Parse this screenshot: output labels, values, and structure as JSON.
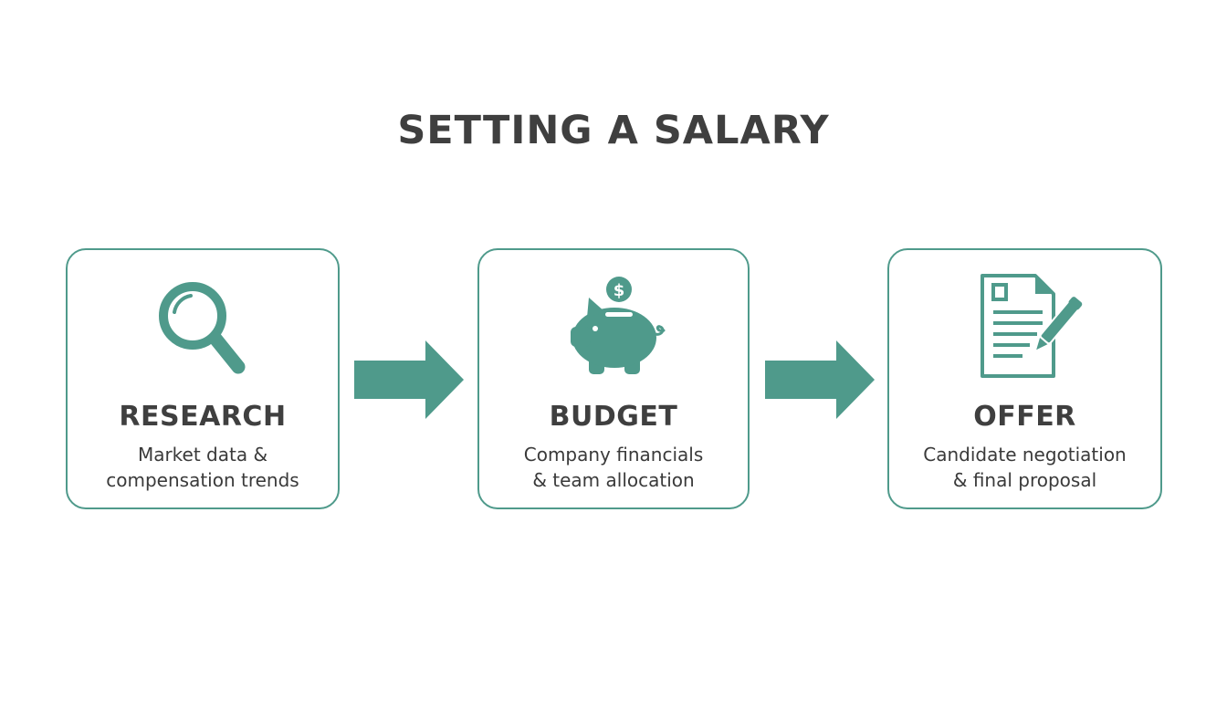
{
  "title": "SETTING A SALARY",
  "colors": {
    "accent": "#4f9a8b",
    "text": "#3f3f3f",
    "background": "#ffffff"
  },
  "steps": [
    {
      "icon": "magnifying-glass-icon",
      "title": "RESEARCH",
      "description_lines": [
        "Market data &",
        "compensation trends"
      ]
    },
    {
      "icon": "piggy-bank-icon",
      "title": "BUDGET",
      "description_lines": [
        "Company financials",
        "& team allocation"
      ]
    },
    {
      "icon": "document-pen-icon",
      "title": "OFFER",
      "description_lines": [
        "Candidate negotiation",
        "& final proposal"
      ]
    }
  ],
  "connectors": [
    "arrow-right-icon",
    "arrow-right-icon"
  ]
}
